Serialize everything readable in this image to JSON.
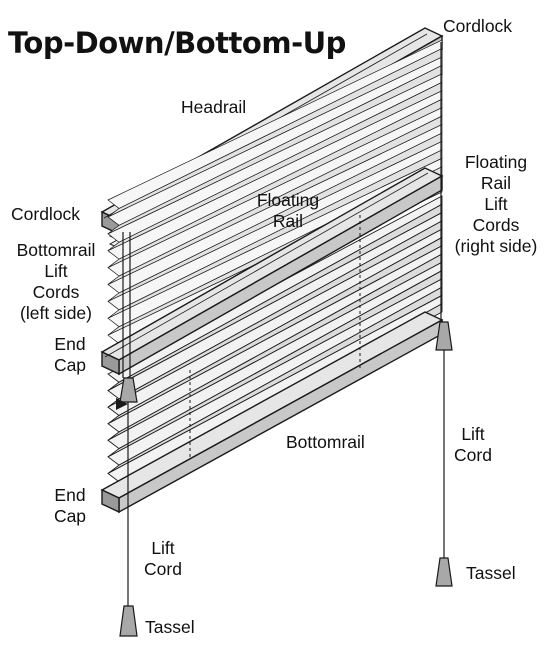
{
  "title": "Top-Down/Bottom-Up",
  "labels": {
    "cordlock_top": "Cordlock",
    "headrail": "Headrail",
    "floating_rail_right": "Floating\nRail\nLift\nCords\n(right side)",
    "cordlock_left": "Cordlock",
    "floating_rail_center": "Floating\nRail",
    "bottomrail_lift_cords_left": "Bottomrail\nLift\nCords\n(left side)",
    "end_cap_upper": "End\nCap",
    "bottomrail": "Bottomrail",
    "lift_cord_right": "Lift\nCord",
    "end_cap_lower": "End\nCap",
    "lift_cord_left": "Lift\nCord",
    "tassel_right": "Tassel",
    "tassel_left": "Tassel"
  },
  "colors": {
    "line": "#1a1a1a",
    "rail_top": "#e6e6e6",
    "rail_front": "#c8c8c8",
    "rail_end": "#9a9a9a",
    "fabric_light": "#f2f2f2",
    "fabric_dark": "#d4d4d4",
    "tassel": "#a8a8a8"
  }
}
